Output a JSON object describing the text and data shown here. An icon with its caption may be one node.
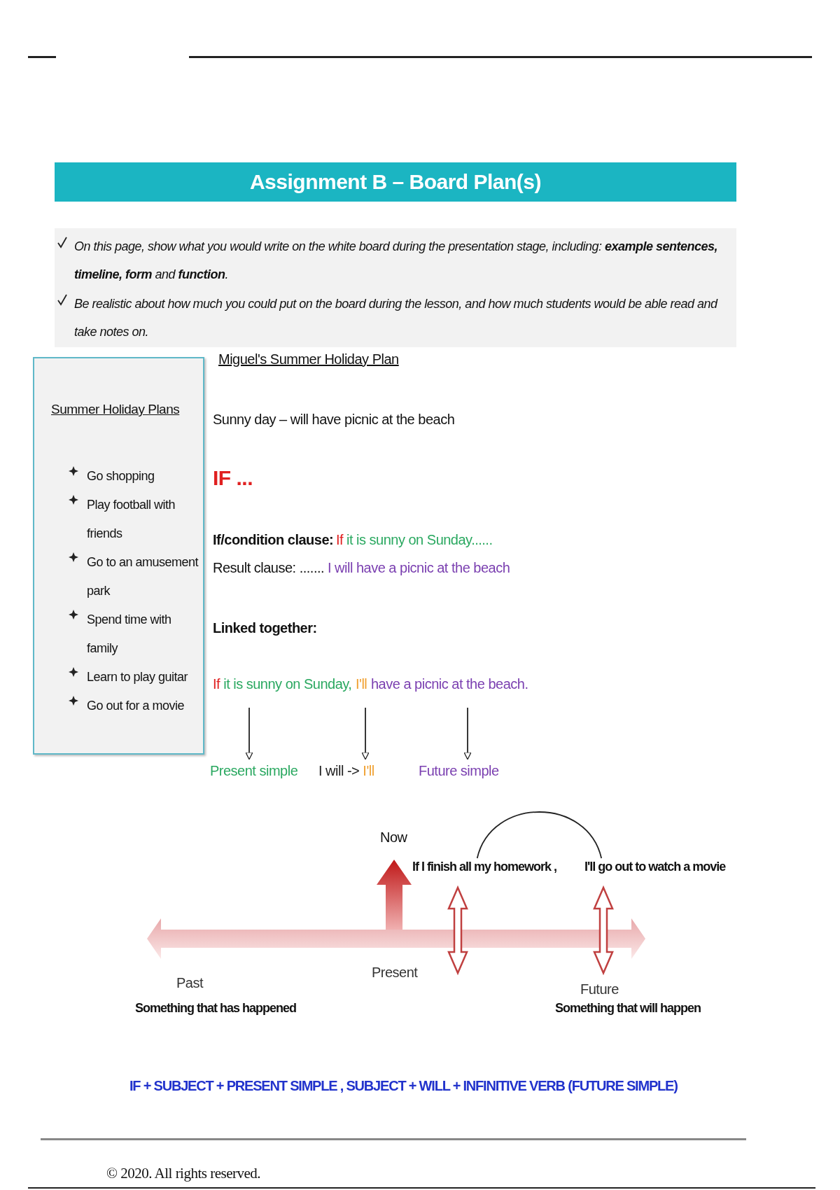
{
  "diagram": {
    "title": "Assignment B – Board Plan(s)",
    "nodes": [
      {
        "text": [
          "On this page, show what you would write on the white board during the presentation stage, including: **example sentences, timeline,** **form** and **function**.",
          "Be realistic about how much you could put on the board during the lesson, and how much students would be able read and take notes on."
        ]
      },
      {
        "text": [
          "Summer Holiday Plans",
          "Go shopping",
          "Play football with friends",
          "Go to an amusement park",
          "Spend time with family",
          "Learn to play guitar",
          "Go out for a movie"
        ]
      },
      {
        "text": [
          "If",
          "it is sunny on Sunday,"
        ]
      },
      {
        "text": [
          "I'll"
        ]
      },
      {
        "text": [
          "have a picnic at the beach."
        ]
      },
      {
        "text": [
          "Present simple"
        ]
      },
      {
        "text": [
          "I will ->",
          "I'll"
        ]
      },
      {
        "text": [
          "Future simple"
        ]
      },
      {
        "text": [
          "If I finish all my homework ,"
        ]
      },
      {
        "text": [
          "I'll go out to watch a movie"
        ]
      }
    ],
    "edges": [
      {
        "from": 2,
        "to": 5,
        "arrow": "to"
      },
      {
        "from": 3,
        "to": 6,
        "arrow": "to"
      },
      {
        "from": 4,
        "to": 7,
        "arrow": "to"
      },
      {
        "from": 8,
        "to": 9,
        "arrow": "none"
      }
    ],
    "labels": [
      "Miguel's Summer Holiday Plan",
      "Sunny day – will have picnic at the beach",
      "IF ...",
      "If/condition clause:",
      "If",
      "it is sunny on Sunday......",
      "Result clause: .......",
      "I will have a picnic at the beach",
      "Linked together:",
      "Now",
      "Present",
      "Past",
      "Something that has happened",
      "Future",
      "Something that will happen",
      "IF + SUBJECT + PRESENT SIMPLE , SUBJECT + WILL + INFINITIVE VERB (FUTURE SIMPLE)",
      "© 2020. All rights reserved."
    ]
  }
}
